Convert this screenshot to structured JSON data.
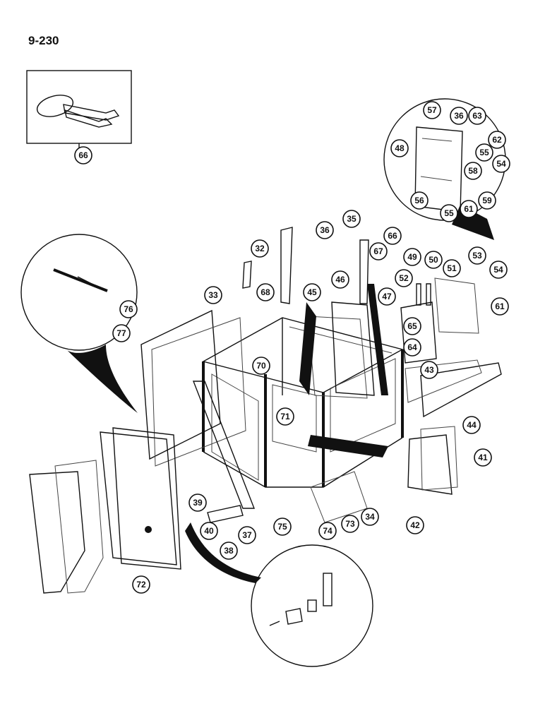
{
  "page_number": "9-230",
  "callouts": [
    {
      "id": "66a",
      "label": "66"
    },
    {
      "id": "66b",
      "label": "66"
    },
    {
      "id": "57",
      "label": "57"
    },
    {
      "id": "36a",
      "label": "36"
    },
    {
      "id": "63",
      "label": "63"
    },
    {
      "id": "62",
      "label": "62"
    },
    {
      "id": "48",
      "label": "48"
    },
    {
      "id": "55a",
      "label": "55"
    },
    {
      "id": "54a",
      "label": "54"
    },
    {
      "id": "58",
      "label": "58"
    },
    {
      "id": "59",
      "label": "59"
    },
    {
      "id": "56",
      "label": "56"
    },
    {
      "id": "55b",
      "label": "55"
    },
    {
      "id": "61a",
      "label": "61"
    },
    {
      "id": "35",
      "label": "35"
    },
    {
      "id": "36b",
      "label": "36"
    },
    {
      "id": "32",
      "label": "32"
    },
    {
      "id": "67",
      "label": "67"
    },
    {
      "id": "49",
      "label": "49"
    },
    {
      "id": "50",
      "label": "50"
    },
    {
      "id": "53",
      "label": "53"
    },
    {
      "id": "52",
      "label": "52"
    },
    {
      "id": "51",
      "label": "51"
    },
    {
      "id": "54b",
      "label": "54"
    },
    {
      "id": "33",
      "label": "33"
    },
    {
      "id": "68",
      "label": "68"
    },
    {
      "id": "45",
      "label": "45"
    },
    {
      "id": "46",
      "label": "46"
    },
    {
      "id": "47",
      "label": "47"
    },
    {
      "id": "61b",
      "label": "61"
    },
    {
      "id": "76",
      "label": "76"
    },
    {
      "id": "77",
      "label": "77"
    },
    {
      "id": "65",
      "label": "65"
    },
    {
      "id": "64",
      "label": "64"
    },
    {
      "id": "70",
      "label": "70"
    },
    {
      "id": "43",
      "label": "43"
    },
    {
      "id": "71",
      "label": "71"
    },
    {
      "id": "44",
      "label": "44"
    },
    {
      "id": "41",
      "label": "41"
    },
    {
      "id": "39",
      "label": "39"
    },
    {
      "id": "34",
      "label": "34"
    },
    {
      "id": "73",
      "label": "73"
    },
    {
      "id": "42",
      "label": "42"
    },
    {
      "id": "40",
      "label": "40"
    },
    {
      "id": "37",
      "label": "37"
    },
    {
      "id": "75",
      "label": "75"
    },
    {
      "id": "74",
      "label": "74"
    },
    {
      "id": "38",
      "label": "38"
    },
    {
      "id": "72",
      "label": "72"
    }
  ]
}
